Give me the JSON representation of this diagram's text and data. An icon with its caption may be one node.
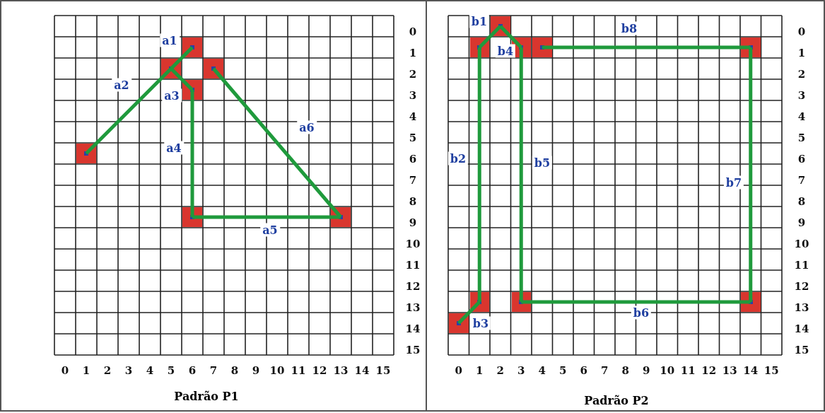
{
  "diagram": {
    "nodes": [
      {
        "text": [
          "Padrão P1"
        ]
      },
      {
        "text": [],
        "shape": "box",
        "in": 0
      },
      {
        "text": [],
        "shape": "box",
        "in": 0
      },
      {
        "text": [],
        "shape": "box",
        "in": 0
      },
      {
        "text": [],
        "shape": "box",
        "in": 0
      },
      {
        "text": [],
        "shape": "box",
        "in": 0
      },
      {
        "text": [],
        "shape": "box",
        "in": 0
      },
      {
        "text": [],
        "shape": "box",
        "in": 0
      },
      {
        "text": [
          "Padrão P2"
        ]
      },
      {
        "text": [],
        "shape": "box",
        "in": 8
      },
      {
        "text": [],
        "shape": "box",
        "in": 8
      },
      {
        "text": [],
        "shape": "box",
        "in": 8
      },
      {
        "text": [],
        "shape": "box",
        "in": 8
      },
      {
        "text": [],
        "shape": "box",
        "in": 8
      },
      {
        "text": [],
        "shape": "box",
        "in": 8
      },
      {
        "text": [],
        "shape": "box",
        "in": 8
      },
      {
        "text": [],
        "shape": "box",
        "in": 8
      },
      {
        "text": [],
        "shape": "box",
        "in": 8
      }
    ],
    "edges": [
      {
        "from": 1,
        "to": 2,
        "arrow": "none",
        "label": "a1"
      },
      {
        "from": 5,
        "to": 2,
        "arrow": "none",
        "label": "a2"
      },
      {
        "from": 2,
        "to": 4,
        "arrow": "none",
        "label": "a3"
      },
      {
        "from": 4,
        "to": 6,
        "arrow": "none",
        "label": "a4"
      },
      {
        "from": 6,
        "to": 7,
        "arrow": "none",
        "label": "a5"
      },
      {
        "from": 7,
        "to": 3,
        "arrow": "none",
        "label": "a6"
      },
      {
        "from": 10,
        "to": 9,
        "arrow": "none",
        "label": "b1"
      },
      {
        "from": 14,
        "to": 10,
        "arrow": "none",
        "label": "b2"
      },
      {
        "from": 17,
        "to": 14,
        "arrow": "none",
        "label": "b3"
      },
      {
        "from": 9,
        "to": 11,
        "arrow": "none",
        "label": "b4"
      },
      {
        "from": 11,
        "to": 15,
        "arrow": "none",
        "label": "b5"
      },
      {
        "from": 15,
        "to": 16,
        "arrow": "none",
        "label": "b6"
      },
      {
        "from": 16,
        "to": 13,
        "arrow": "none",
        "label": "b7"
      },
      {
        "from": 13,
        "to": 12,
        "arrow": "none",
        "label": "b8"
      }
    ],
    "labels": [
      "0",
      "1",
      "2",
      "3",
      "4",
      "5",
      "6",
      "7",
      "8",
      "9",
      "10",
      "11",
      "12",
      "13",
      "14",
      "15",
      "0",
      "1",
      "2",
      "3",
      "4",
      "5",
      "6",
      "7",
      "8",
      "9",
      "10",
      "11",
      "12",
      "13",
      "14",
      "15",
      "0",
      "1",
      "2",
      "3",
      "4",
      "5",
      "6",
      "7",
      "8",
      "9",
      "10",
      "11",
      "12",
      "13",
      "14",
      "15",
      "0",
      "1",
      "2",
      "3",
      "4",
      "5",
      "6",
      "7",
      "8",
      "9",
      "10",
      "11",
      "12",
      "13",
      "14",
      "15"
    ]
  }
}
